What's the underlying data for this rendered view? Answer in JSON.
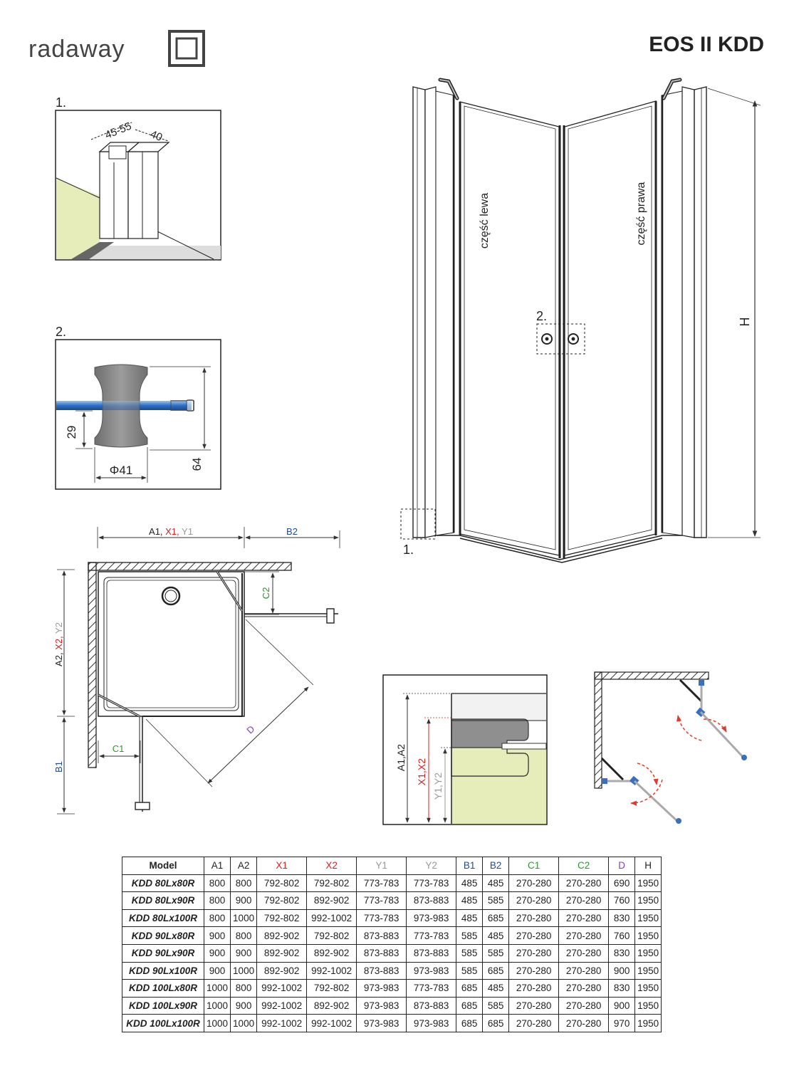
{
  "brand": {
    "logo_text": "radaway"
  },
  "product": {
    "title": "EOS II KDD"
  },
  "detail1": {
    "number": "1.",
    "dim_a": "45-55",
    "dim_b": "40"
  },
  "detail2": {
    "number": "2.",
    "dim_height_inner": "29",
    "dim_height_outer": "64",
    "dim_diameter": "Φ41"
  },
  "front_view": {
    "left_part": "część lewa",
    "right_part": "część prawa",
    "marker_handle": "2.",
    "marker_profile": "1.",
    "dim_height": "H"
  },
  "plan_view": {
    "dim_top_a": "A1,",
    "dim_top_x": " X1,",
    "dim_top_y": " Y1",
    "dim_top_b": "B2",
    "dim_side_a": "A2,",
    "dim_side_x": " X2,",
    "dim_side_y": " Y2",
    "dim_side_b": "B1",
    "dim_c1": "C1",
    "dim_c2": "C2",
    "dim_d": "D"
  },
  "section_view": {
    "dim_a": "A1,A2",
    "dim_x": "X1,X2",
    "dim_y": "Y1,Y2"
  },
  "colors": {
    "x": "#d42020",
    "y": "#999999",
    "b": "#1f4b9a",
    "c": "#2a9a2a",
    "d": "#8a3fb0",
    "floor": "#e6edba",
    "glass": "#3f7fd0"
  },
  "table": {
    "headers": [
      "Model",
      "A1",
      "A2",
      "X1",
      "X2",
      "Y1",
      "Y2",
      "B1",
      "B2",
      "C1",
      "C2",
      "D",
      "H"
    ],
    "rows": [
      [
        "KDD 80Lx80R",
        "800",
        "800",
        "792-802",
        "792-802",
        "773-783",
        "773-783",
        "485",
        "485",
        "270-280",
        "270-280",
        "690",
        "1950"
      ],
      [
        "KDD 80Lx90R",
        "800",
        "900",
        "792-802",
        "892-902",
        "773-783",
        "873-883",
        "485",
        "585",
        "270-280",
        "270-280",
        "760",
        "1950"
      ],
      [
        "KDD 80Lx100R",
        "800",
        "1000",
        "792-802",
        "992-1002",
        "773-783",
        "973-983",
        "485",
        "685",
        "270-280",
        "270-280",
        "830",
        "1950"
      ],
      [
        "KDD 90Lx80R",
        "900",
        "800",
        "892-902",
        "792-802",
        "873-883",
        "773-783",
        "585",
        "485",
        "270-280",
        "270-280",
        "760",
        "1950"
      ],
      [
        "KDD 90Lx90R",
        "900",
        "900",
        "892-902",
        "892-902",
        "873-883",
        "873-883",
        "585",
        "585",
        "270-280",
        "270-280",
        "830",
        "1950"
      ],
      [
        "KDD 90Lx100R",
        "900",
        "1000",
        "892-902",
        "992-1002",
        "873-883",
        "973-983",
        "585",
        "685",
        "270-280",
        "270-280",
        "900",
        "1950"
      ],
      [
        "KDD 100Lx80R",
        "1000",
        "800",
        "992-1002",
        "792-802",
        "973-983",
        "773-783",
        "685",
        "485",
        "270-280",
        "270-280",
        "830",
        "1950"
      ],
      [
        "KDD 100Lx90R",
        "1000",
        "900",
        "992-1002",
        "892-902",
        "973-983",
        "873-883",
        "685",
        "585",
        "270-280",
        "270-280",
        "900",
        "1950"
      ],
      [
        "KDD 100Lx100R",
        "1000",
        "1000",
        "992-1002",
        "992-1002",
        "973-983",
        "973-983",
        "685",
        "685",
        "270-280",
        "270-280",
        "970",
        "1950"
      ]
    ]
  }
}
